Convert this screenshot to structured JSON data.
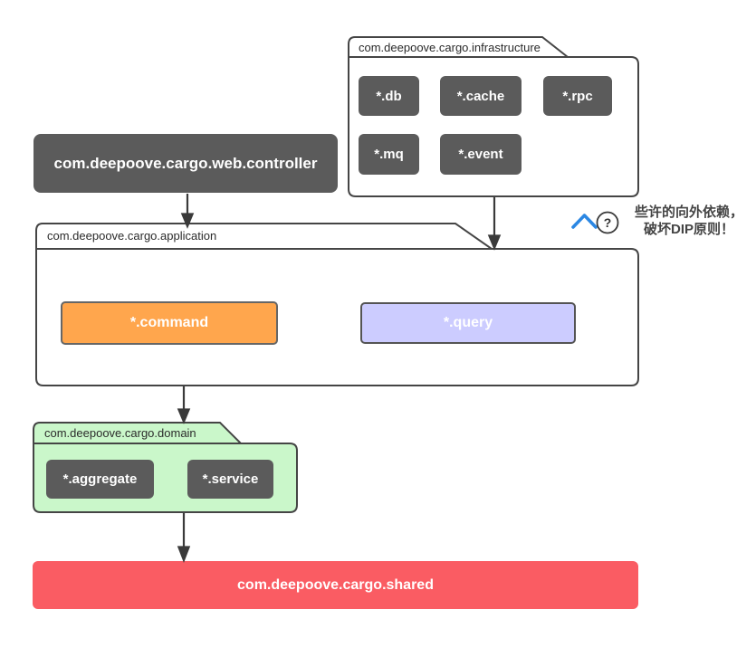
{
  "packages": {
    "infrastructure": {
      "label": "com.deepoove.cargo.infrastructure",
      "modules": {
        "db": "*.db",
        "cache": "*.cache",
        "rpc": "*.rpc",
        "mq": "*.mq",
        "event": "*.event"
      }
    },
    "application": {
      "label": "com.deepoove.cargo.application",
      "modules": {
        "command": "*.command",
        "query": "*.query"
      }
    },
    "domain": {
      "label": "com.deepoove.cargo.domain",
      "modules": {
        "aggregate": "*.aggregate",
        "service": "*.service"
      }
    }
  },
  "nodes": {
    "controller": "com.deepoove.cargo.web.controller",
    "shared": "com.deepoove.cargo.shared"
  },
  "edges": [
    {
      "from": "controller",
      "to": "application"
    },
    {
      "from": "infrastructure",
      "to": "application"
    },
    {
      "from": "application",
      "to": "domain"
    },
    {
      "from": "domain",
      "to": "shared"
    }
  ],
  "annotation": {
    "line1": "些许的向外依赖，",
    "line2": "破坏DIP原则！",
    "question_mark": "?"
  },
  "colors": {
    "module_dark": "#5B5B5B",
    "command_fill": "#FFA64D",
    "command_border": "#666666",
    "query_fill": "#CCCCFF",
    "query_border": "#545454",
    "domain_fill": "#CAF7CA",
    "shared_fill": "#FA5C63",
    "outline": "#454545",
    "arrow": "#3A3A3A",
    "chevron_blue": "#2B87E3",
    "label_text": "#2B2B2B"
  }
}
